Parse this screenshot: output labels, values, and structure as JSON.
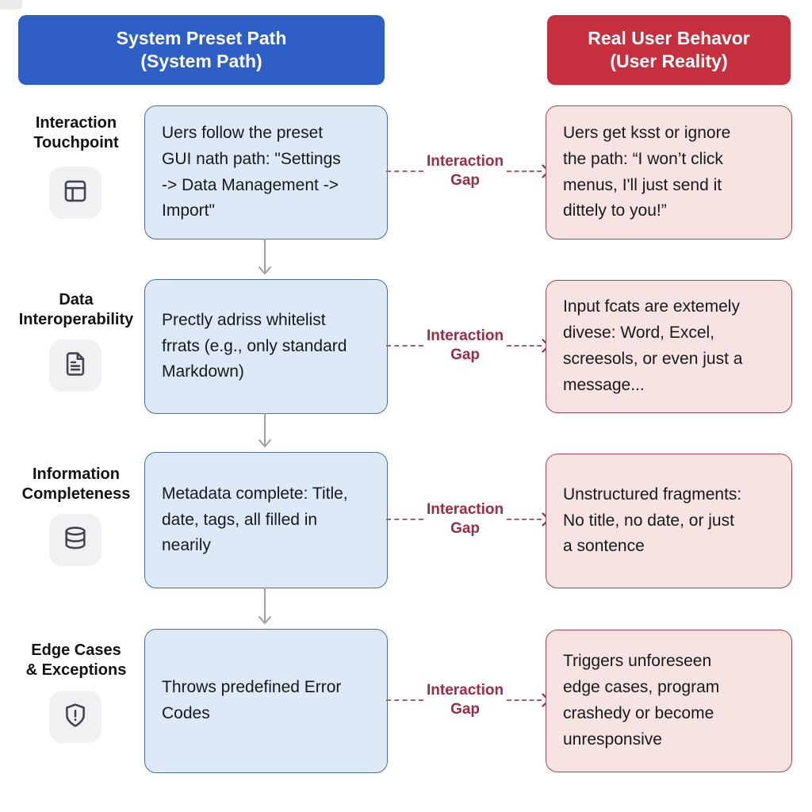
{
  "diagram_title": "System path vs real user behavior interaction-gap diagram",
  "colors": {
    "system_header_bg": "#2e5fc7",
    "user_header_bg": "#c6303e",
    "system_box_bg": "#dde9f6",
    "system_box_border": "#4c6e94",
    "user_box_bg": "#f8e3e3",
    "user_box_border": "#9a4a58",
    "gap_label_color": "#9e2b42",
    "gap_dash_color": "#a8606a",
    "flow_arrow_color": "#9aa0a6"
  },
  "headers": {
    "system": "System Preset Path\n(System Path)",
    "user": "Real User Behavor\n(User Reality)"
  },
  "gap": {
    "label": "Interaction\nGap"
  },
  "rows": [
    {
      "label": "Interaction\nTouchpoint",
      "icon": "layout-panel-icon",
      "system": "Uers follow the preset\nGUI nath path: \"Settings\n-> Data Management ->\nImport\"",
      "user": "Uers get ksst or ignore\nthe path: “I won’t click\nmenus, I'll just send it\ndittely to you!”"
    },
    {
      "label": "Data\nInteroperability",
      "icon": "file-text-icon",
      "system": "Prectly adriss whitelist\nfrrats (e.g., only standard\nMarkdown)",
      "user": "Input fcats are extemely\ndivese: Word, Excel,\nscreesols, or even just a\nmessage..."
    },
    {
      "label": "Information\nCompleteness",
      "icon": "database-icon",
      "system": "Metadata complete: Title,\ndate, tags, all filled in\nnearily",
      "user": "Unstructured fragments:\nNo title, no date, or just\na sontence"
    },
    {
      "label": "Edge Cases\n& Exceptions",
      "icon": "shield-alert-icon",
      "system": "Throws predefined Error\nCodes",
      "user": "Triggers unforeseen\nedge cases, program\ncrashedy or become\nunresponsive"
    }
  ]
}
